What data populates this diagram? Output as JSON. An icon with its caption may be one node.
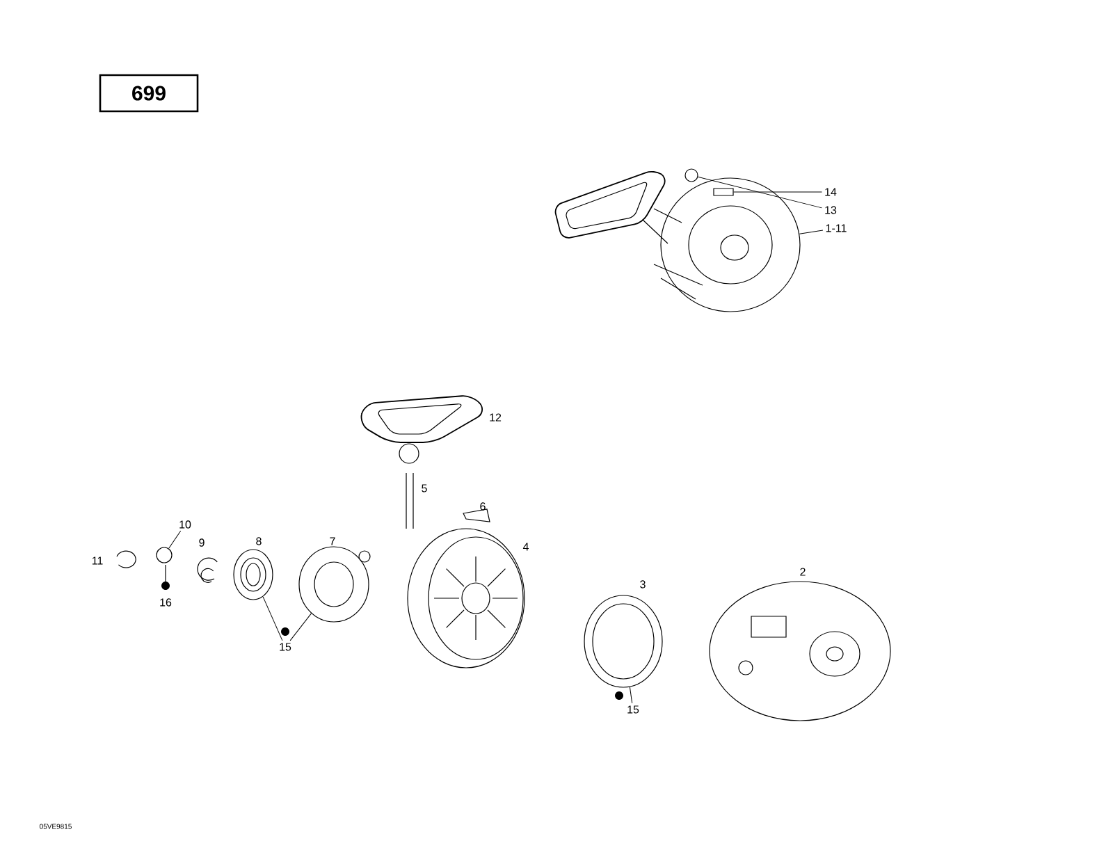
{
  "diagram": {
    "nodes": [
      {
        "text": [
          "699"
        ]
      },
      {
        "text": [
          "14"
        ]
      },
      {
        "text": [
          "13"
        ]
      },
      {
        "text": [
          "1-11"
        ]
      },
      {
        "text": [
          "10"
        ]
      },
      {
        "text": [
          "15"
        ]
      },
      {
        "text": [
          "15"
        ]
      },
      {
        "text": [],
        "shape": "picture"
      },
      {
        "text": [],
        "shape": "box",
        "in": 7
      },
      {
        "text": [],
        "shape": "circle",
        "in": 7
      },
      {
        "text": [],
        "shape": "circle"
      },
      {
        "text": [],
        "shape": "picture"
      },
      {
        "text": [],
        "shape": "picture"
      },
      {
        "text": [],
        "shape": "picture"
      }
    ],
    "edges": [
      {
        "from": 1,
        "to": 8,
        "arrow": "none"
      },
      {
        "from": 2,
        "to": 9,
        "arrow": "none"
      },
      {
        "from": 3,
        "to": 7,
        "arrow": "none"
      },
      {
        "from": 4,
        "to": 10,
        "arrow": "none"
      },
      {
        "from": 5,
        "to": 11,
        "arrow": "none"
      },
      {
        "from": 5,
        "to": 12,
        "arrow": "none"
      },
      {
        "from": 6,
        "to": 13,
        "arrow": "none"
      }
    ],
    "labels": [
      "12",
      "5",
      "6",
      "4",
      "11",
      "9",
      "8",
      "7",
      "16",
      "3",
      "2",
      "05VE9815"
    ]
  }
}
